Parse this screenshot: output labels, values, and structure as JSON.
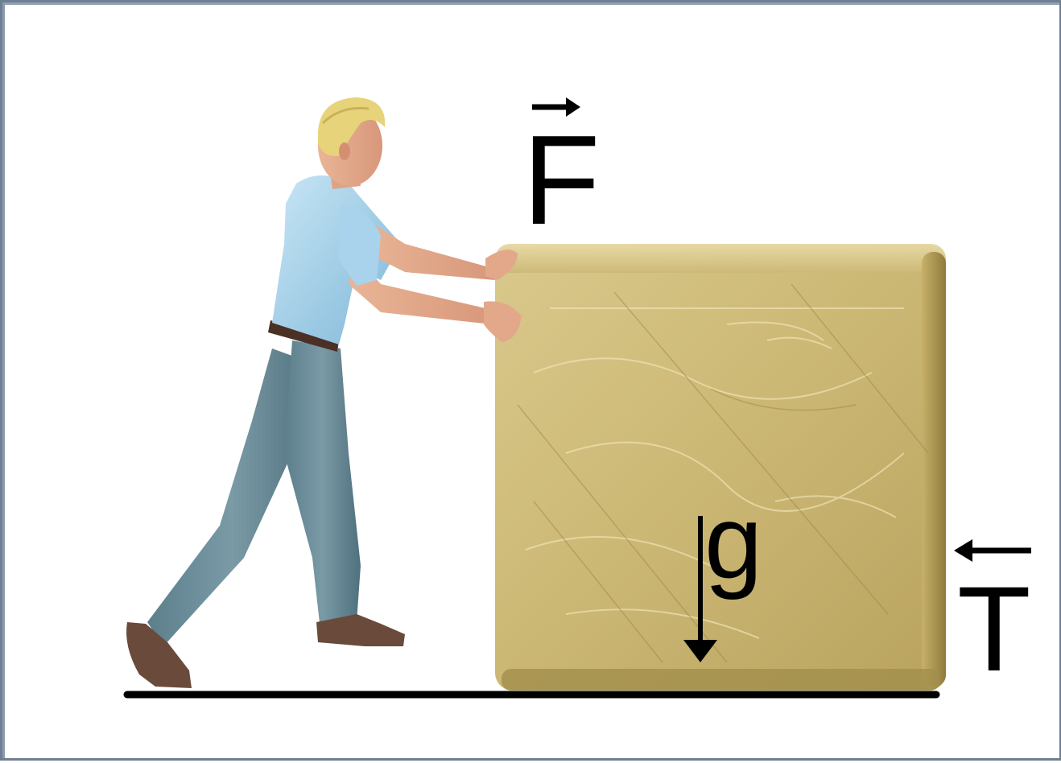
{
  "labels": {
    "force": "F",
    "gravity": "g",
    "friction": "T"
  }
}
